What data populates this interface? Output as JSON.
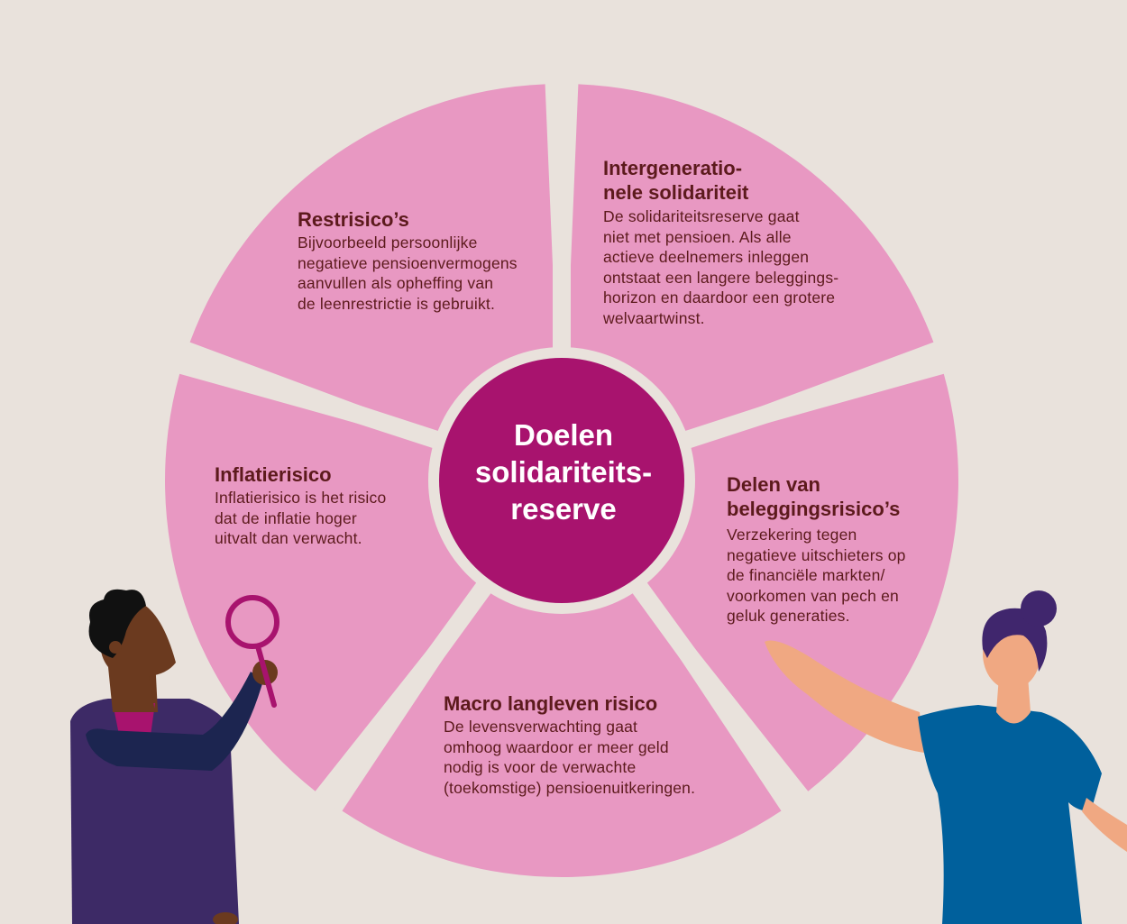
{
  "center": {
    "label": "Doelen\nsolidariteits-\nreserve"
  },
  "segments": [
    {
      "id": "restrisico",
      "title": "Restrisico’s",
      "text": "Bijvoorbeeld persoonlijke\nnegatieve pensioenvermogens\naanvullen als opheffing van\nde leenrestrictie is gebruikt."
    },
    {
      "id": "intergenerationele",
      "title": "Intergeneratio-\nnele solidariteit",
      "text": "De solidariteitsreserve gaat\nniet met pensioen. Als alle\nactieve deelnemers inleggen\nontstaat een langere beleggings-\nhorizon en daardoor een grotere\nwelvaartwinst."
    },
    {
      "id": "beleggingsrisicos",
      "title": "Delen van\nbeleggingsrisico’s",
      "text": "Verzekering tegen\nnegatieve uitschieters op\nde financiële markten/\nvoorkomen van pech en\ngeluk generaties."
    },
    {
      "id": "macro-langleven",
      "title": "Macro langleven risico",
      "text": "De levensverwachting gaat\nomhoog waardoor er meer geld\nnodig is voor de verwachte\n(toekomstige) pensioenuitkeringen."
    },
    {
      "id": "inflatierisico",
      "title": "Inflatierisico",
      "text": "Inflatierisico is het risico\ndat de inflatie hoger\nuitvalt dan verwacht."
    }
  ],
  "colors": {
    "background": "#e9e2dc",
    "segment": "#e898c2",
    "center": "#a8136e",
    "text": "#5c1a1c"
  }
}
